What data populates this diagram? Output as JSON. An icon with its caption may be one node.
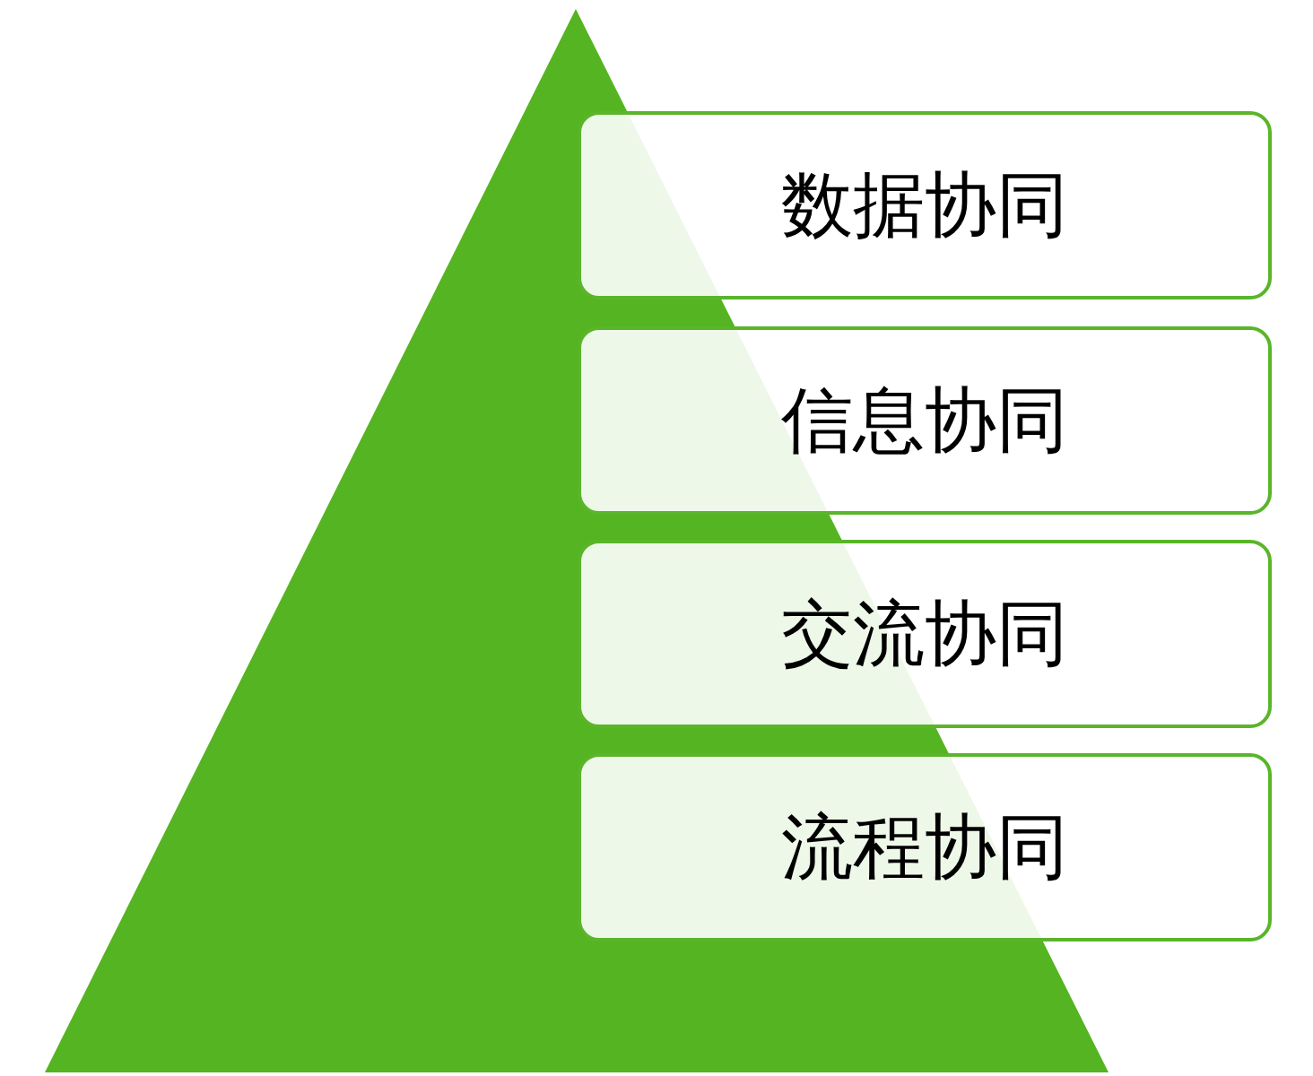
{
  "diagram": {
    "nodes": [
      {
        "text": [
          "数据协同"
        ]
      },
      {
        "text": [
          "信息协同"
        ]
      },
      {
        "text": [
          "交流协同"
        ]
      },
      {
        "text": [
          "流程协同"
        ]
      }
    ]
  }
}
